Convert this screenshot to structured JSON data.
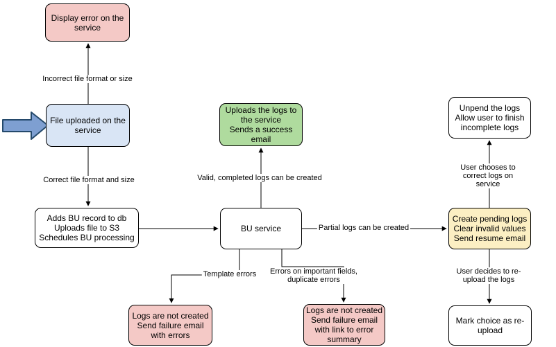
{
  "nodes": {
    "display_error": {
      "text": "Display error on the\nservice"
    },
    "file_uploaded": {
      "text": "File uploaded on the\nservice"
    },
    "adds_bu_record": {
      "text": "Adds BU record to db\nUploads file to S3\nSchedules BU processing"
    },
    "bu_service": {
      "text": "BU service"
    },
    "uploads_logs": {
      "text": "Uploads the logs to\nthe service\nSends a success\nemail"
    },
    "unpend_logs": {
      "text": "Unpend the logs\nAllow user to finish\nincomplete logs"
    },
    "create_pending_logs": {
      "text": "Create pending logs\nClear invalid values\nSend resume email"
    },
    "mark_choice": {
      "text": "Mark choice as re-\nupload"
    },
    "logs_not_created_template": {
      "text": "Logs are not created\nSend failure email\nwith errors"
    },
    "logs_not_created_fields": {
      "text": "Logs are not created\nSend failure email\nwith link to error\nsummary"
    }
  },
  "edge_labels": {
    "incorrect_file": "Incorrect file format or size",
    "correct_file": "Correct file format and size",
    "valid_logs": "Valid, completed logs can be created",
    "partial_logs": "Partial logs can be created",
    "template_errors": "Template errors",
    "field_errors": "Errors on important fields,\nduplicate errors",
    "user_chooses": "User chooses to correct logs on service",
    "user_decides": "User decides to re-upload the logs"
  },
  "colors": {
    "background": "#ffffff",
    "node_stroke": "#000000",
    "error_fill": "#f4c9c6",
    "input_fill": "#d9e5f5",
    "success_fill": "#afdb9e",
    "pending_fill": "#fcefc3",
    "neutral_fill": "#ffffff",
    "entry_arrow_fill": "#7e9fd1",
    "entry_arrow_stroke": "#24496b",
    "connector_color": "#000000"
  }
}
